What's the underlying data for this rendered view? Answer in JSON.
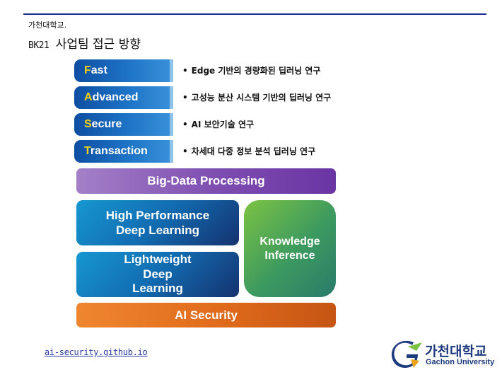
{
  "header": {
    "university_small": "가천대학교.",
    "title_code": "BK21",
    "title_text": "사업팀 접근 방향"
  },
  "fast": {
    "pills": [
      {
        "first": "F",
        "rest": "ast"
      },
      {
        "first": "A",
        "rest": "dvanced"
      },
      {
        "first": "S",
        "rest": "ecure"
      },
      {
        "first": "T",
        "rest": "ransaction"
      }
    ],
    "descriptions": [
      "Edge 기반의 경량화된 딥러닝 연구",
      "고성능 분산 시스템 기반의 딥러닝 연구",
      "AI 보안기술 연구",
      "차세대 다중 정보 분석 딥러닝 연구"
    ],
    "bullet": "•"
  },
  "stack": {
    "big_data": "Big-Data Processing",
    "high_performance": [
      "High Performance",
      "Deep Learning"
    ],
    "lightweight": [
      "Lightweight",
      "Deep",
      "Learning"
    ],
    "knowledge": [
      "Knowledge",
      "Inference"
    ],
    "ai_security": "AI Security"
  },
  "footer": {
    "link": "ai-security.github.io",
    "logo_ko": "가천대학교",
    "logo_en": "Gachon University"
  },
  "colors": {
    "accent_line": "#1f2e8f",
    "pill_letter": "#f5d20c",
    "big_data": "#7d4db0",
    "deep_learning": "#126bb0",
    "knowledge": "#3c9a5f",
    "ai_security": "#e06b1c"
  },
  "icons": {
    "logo": "gachon-logo-icon"
  }
}
